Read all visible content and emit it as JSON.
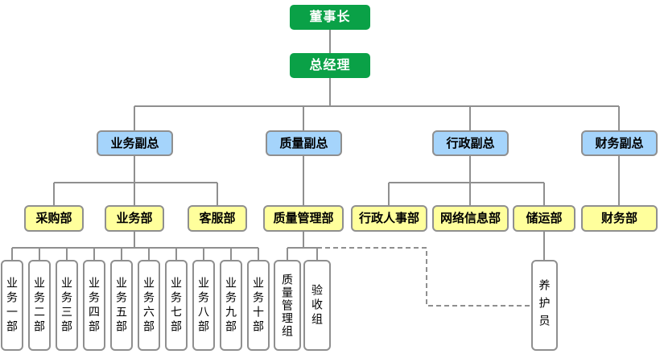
{
  "org": {
    "chairman": {
      "label": "董事长"
    },
    "general_manager": {
      "label": "总经理"
    },
    "vps": [
      {
        "label": "业务副总"
      },
      {
        "label": "质量副总"
      },
      {
        "label": "行政副总"
      },
      {
        "label": "财务副总"
      }
    ],
    "departments": [
      {
        "label": "采购部"
      },
      {
        "label": "业务部"
      },
      {
        "label": "客服部"
      },
      {
        "label": "质量管理部"
      },
      {
        "label": "行政人事部"
      },
      {
        "label": "网络信息部"
      },
      {
        "label": "储运部"
      },
      {
        "label": "财务部"
      }
    ],
    "business_units": [
      "业务一部",
      "业务二部",
      "业务三部",
      "业务四部",
      "业务五部",
      "业务六部",
      "业务七部",
      "业务八部",
      "业务九部",
      "业务十部"
    ],
    "quality_groups": [
      "质量管理组",
      "验收组"
    ],
    "maintenance": {
      "label": "养护员"
    }
  },
  "colors": {
    "executive_fill": "#0AA147",
    "executive_text": "#FFFFFF",
    "vp_fill": "#A5D4FB",
    "department_fill": "#FFFF9C",
    "unit_fill": "#FFFFFF",
    "border": "#8F8F8F",
    "line": "#8F8F8F",
    "node_text": "#000000"
  }
}
